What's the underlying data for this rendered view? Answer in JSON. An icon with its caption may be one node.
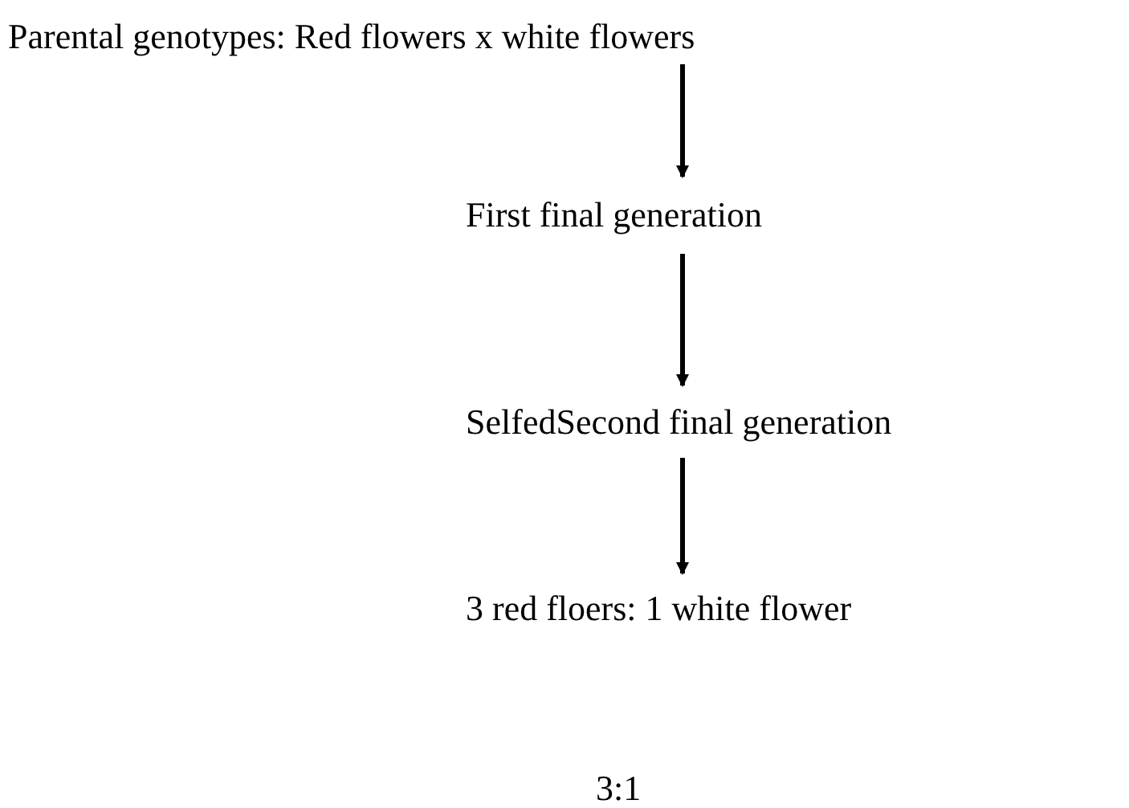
{
  "diagram": {
    "nodes": [
      {
        "text": [
          "Parental genotypes: Red flowers x white flowers"
        ]
      },
      {
        "text": [
          "First final generation"
        ]
      },
      {
        "text": [
          "SelfedSecond final generation"
        ]
      },
      {
        "text": [
          "3 red floers: 1 white flower"
        ]
      }
    ],
    "edges": [
      {
        "from": 0,
        "to": 1,
        "arrow": "to"
      },
      {
        "from": 1,
        "to": 2,
        "arrow": "to"
      },
      {
        "from": 2,
        "to": 3,
        "arrow": "to"
      }
    ],
    "labels": [
      "3:1"
    ]
  }
}
